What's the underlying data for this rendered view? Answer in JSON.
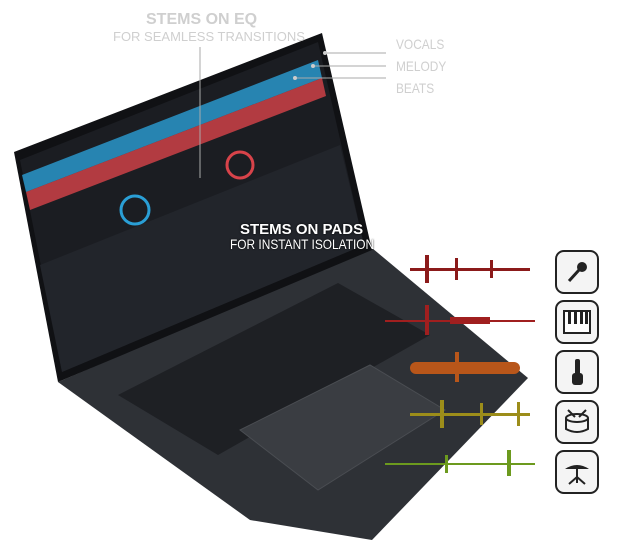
{
  "callouts": {
    "eq_title": "STEMS ON EQ",
    "eq_subtitle": "FOR SEAMLESS TRANSITIONS",
    "pads_title": "STEMS ON PADS",
    "pads_subtitle": "FOR INSTANT ISOLATION"
  },
  "stems": [
    {
      "label": "VOCALS"
    },
    {
      "label": "MELODY"
    },
    {
      "label": "BEATS"
    }
  ],
  "pad_icons": [
    {
      "icon": "microphone-icon",
      "color": "#8b1a1a"
    },
    {
      "icon": "piano-keys-icon",
      "color": "#a01f1f"
    },
    {
      "icon": "bass-guitar-icon",
      "color": "#b8561a"
    },
    {
      "icon": "drum-icon",
      "color": "#9c8d1a"
    },
    {
      "icon": "cymbal-icon",
      "color": "#6c9a1e"
    }
  ]
}
